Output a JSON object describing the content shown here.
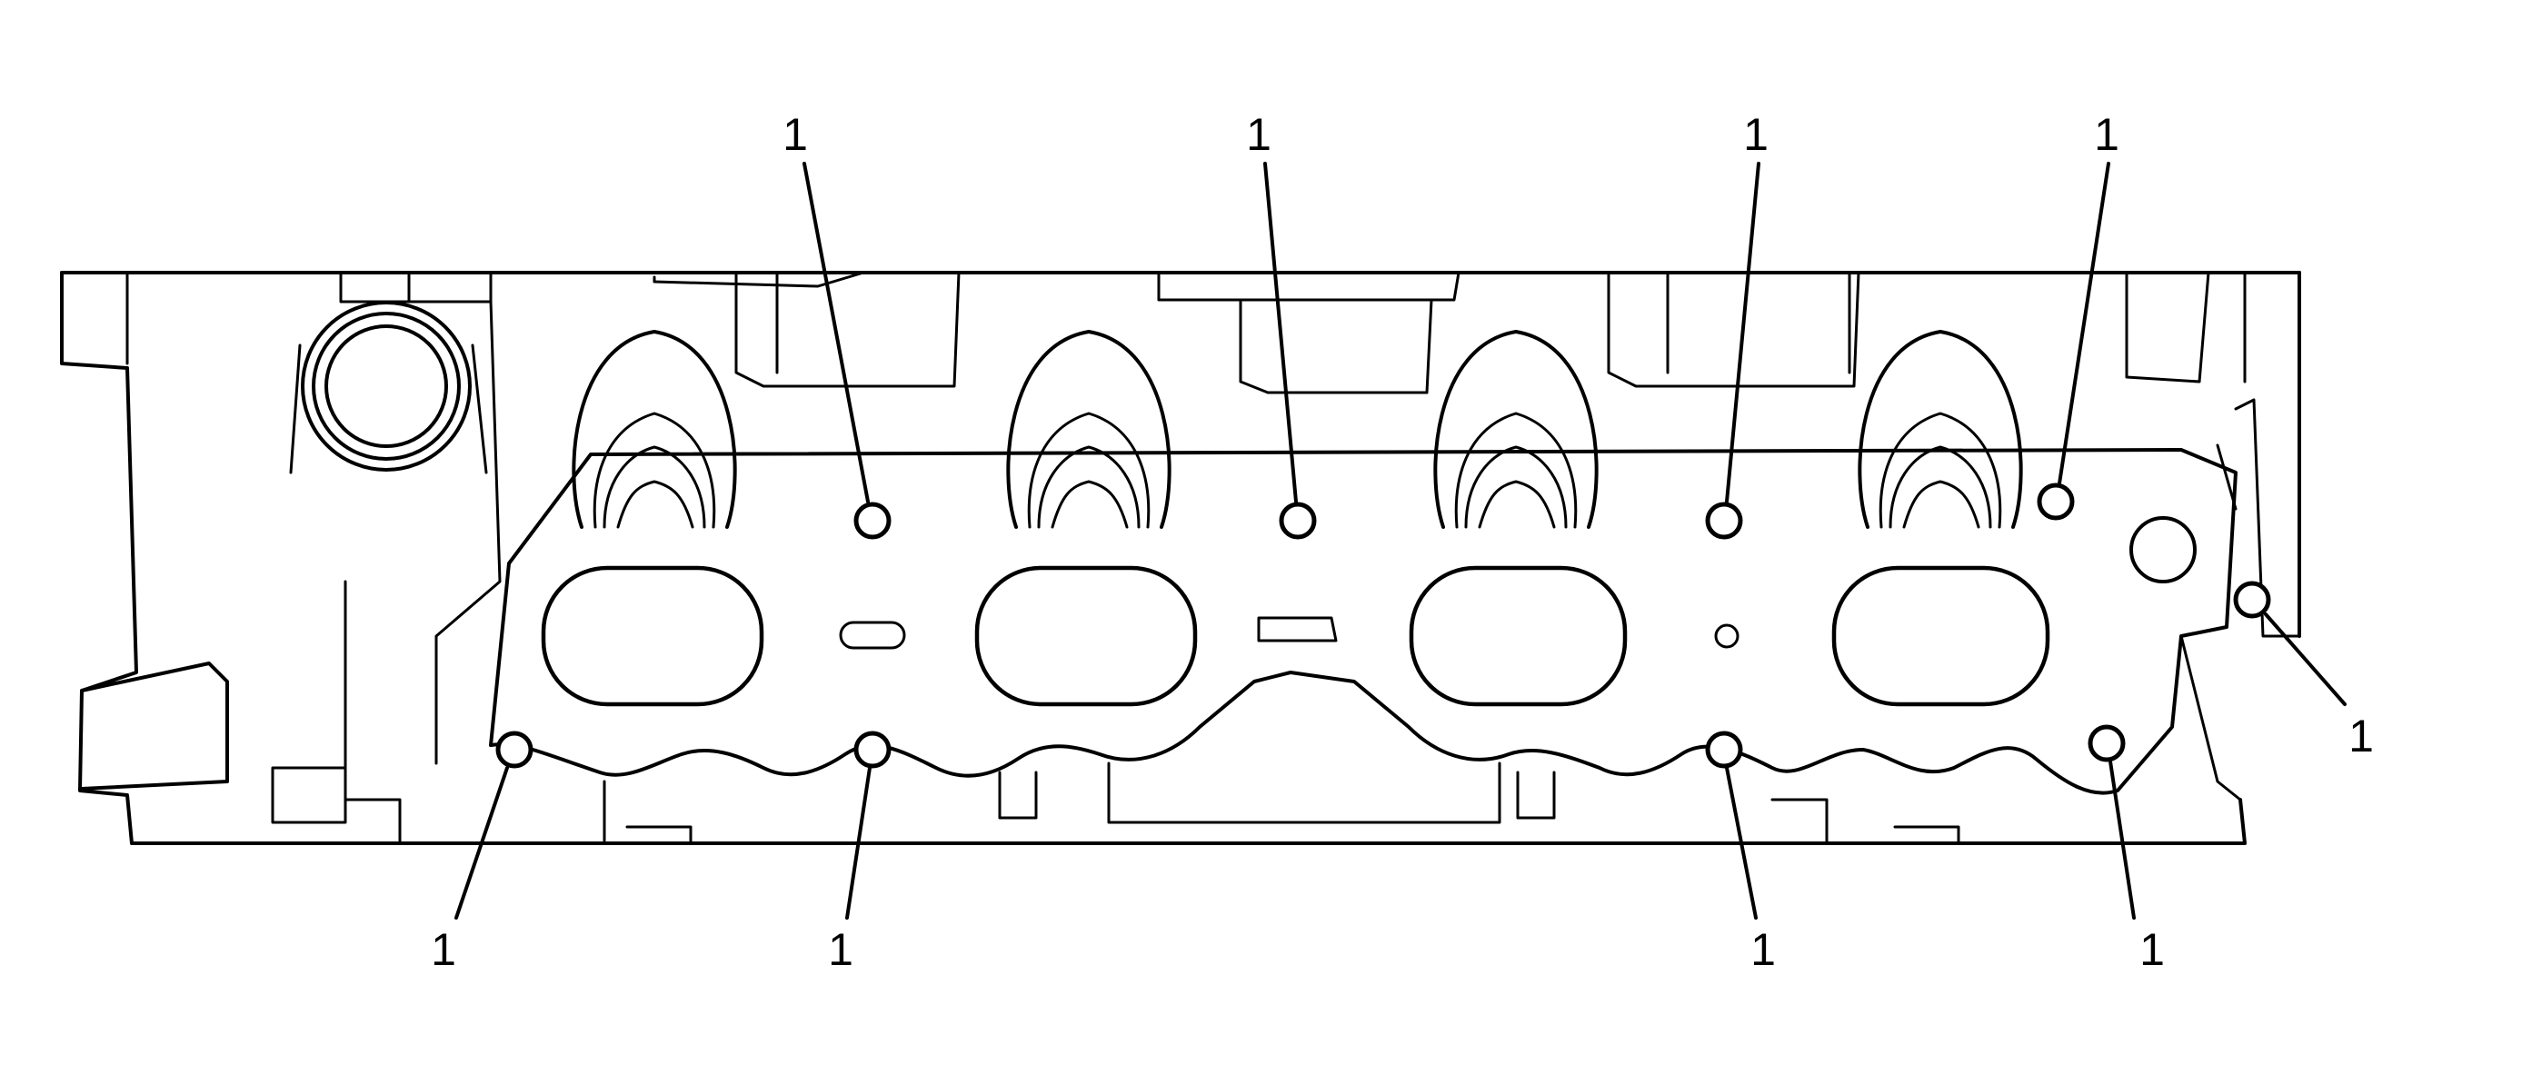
{
  "diagram": {
    "callouts": [
      {
        "label": "1"
      },
      {
        "label": "1"
      },
      {
        "label": "1"
      },
      {
        "label": "1"
      },
      {
        "label": "1"
      },
      {
        "label": "1"
      },
      {
        "label": "1"
      },
      {
        "label": "1"
      },
      {
        "label": "1"
      }
    ]
  }
}
